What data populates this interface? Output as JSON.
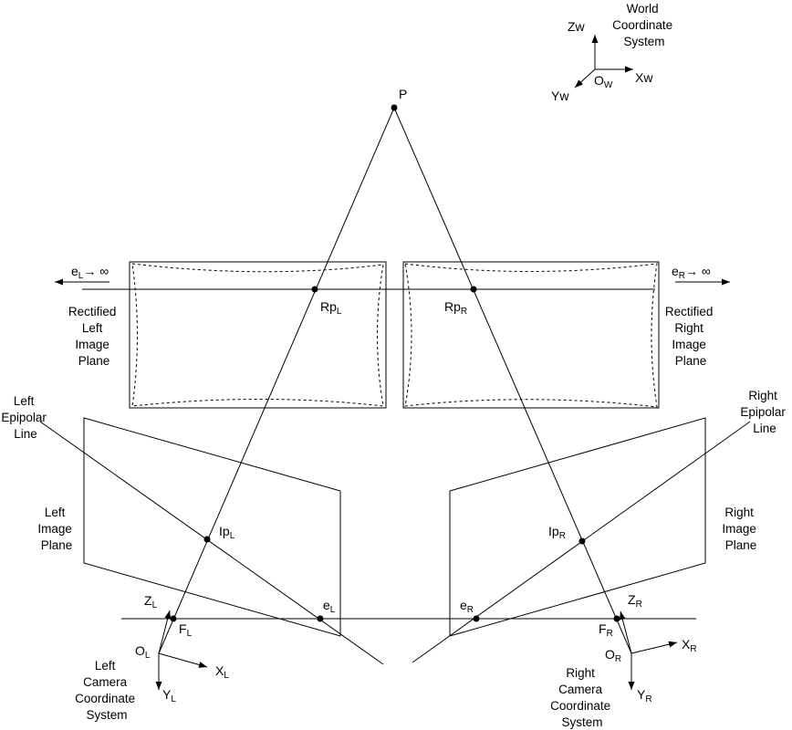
{
  "world": {
    "title": [
      "World",
      "Coordinate",
      "System"
    ],
    "zw": "Zw",
    "xw": "Xw",
    "yw": "Yw",
    "ow": "O",
    "ow_sub": "W"
  },
  "p": "P",
  "rectified_left": [
    "Rectified",
    "Left",
    "Image",
    "Plane"
  ],
  "rectified_right": [
    "Rectified",
    "Right",
    "Image",
    "Plane"
  ],
  "e_left_inf": {
    "base": "e",
    "sub": "L",
    "suffix": "→ ∞"
  },
  "e_right_inf": {
    "base": "e",
    "sub": "R",
    "suffix": "→ ∞"
  },
  "rp_left": {
    "base": "Rp",
    "sub": "L"
  },
  "rp_right": {
    "base": "Rp",
    "sub": "R"
  },
  "left_epipolar_line": [
    "Left",
    "Epipolar",
    "Line"
  ],
  "right_epipolar_line": [
    "Right",
    "Epipolar",
    "Line"
  ],
  "left_image_plane": [
    "Left",
    "Image",
    "Plane"
  ],
  "right_image_plane": [
    "Right",
    "Image",
    "Plane"
  ],
  "ip_left": {
    "base": "Ip",
    "sub": "L"
  },
  "ip_right": {
    "base": "Ip",
    "sub": "R"
  },
  "e_left": {
    "base": "e",
    "sub": "L"
  },
  "e_right": {
    "base": "e",
    "sub": "R"
  },
  "f_left": {
    "base": "F",
    "sub": "L"
  },
  "f_right": {
    "base": "F",
    "sub": "R"
  },
  "z_left": {
    "base": "Z",
    "sub": "L"
  },
  "z_right": {
    "base": "Z",
    "sub": "R"
  },
  "o_left": {
    "base": "O",
    "sub": "L"
  },
  "o_right": {
    "base": "O",
    "sub": "R"
  },
  "x_left": {
    "base": "X",
    "sub": "L"
  },
  "x_right": {
    "base": "X",
    "sub": "R"
  },
  "y_left": {
    "base": "Y",
    "sub": "L"
  },
  "y_right": {
    "base": "Y",
    "sub": "R"
  },
  "left_camera": [
    "Left",
    "Camera",
    "Coordinate",
    "System"
  ],
  "right_camera": [
    "Right",
    "Camera",
    "Coordinate",
    "System"
  ]
}
